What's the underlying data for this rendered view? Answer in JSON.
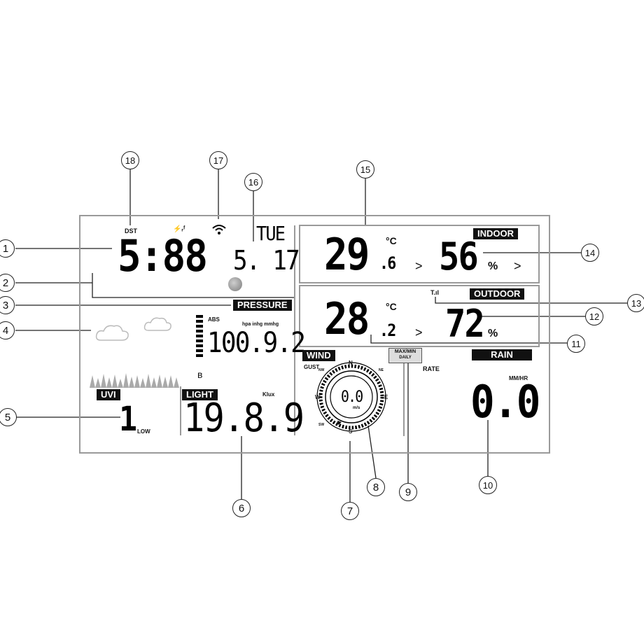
{
  "time": {
    "dst_label": "DST",
    "clock": "5:88",
    "weekday": "TUE",
    "date": "5. 17"
  },
  "pressure": {
    "label": "PRESSURE",
    "abs_label": "ABS",
    "units": "hpa inhg mmhg",
    "value": "100.9.2"
  },
  "uvi": {
    "label": "UVI",
    "value": "1",
    "level": "LOW"
  },
  "light": {
    "label": "LIGHT",
    "unit": "Klux",
    "value": "19.8.9"
  },
  "indoor": {
    "label": "INDOOR",
    "temp_int": "29",
    "temp_dec": ".6",
    "temp_unit": "°C",
    "humidity": "56",
    "humidity_unit": "%",
    "arrow": ">"
  },
  "outdoor": {
    "label": "OUTDOOR",
    "temp_int": "28",
    "temp_dec": ".2",
    "temp_unit": "°C",
    "humidity": "72",
    "humidity_unit": "%",
    "arrow": ">"
  },
  "wind": {
    "label": "WIND",
    "gust_label": "GUST",
    "maxmin_label": "MAX/MIN",
    "daily_label": "DAILY",
    "speed": "0.0",
    "speed_unit": "m/s",
    "compass": {
      "n": "N",
      "e": "E",
      "s": "S",
      "w": "W",
      "nw": "NW",
      "ne": "NE",
      "sw": "SW"
    }
  },
  "rain": {
    "label": "RAIN",
    "rate_label": "RATE",
    "unit": "MM/HR",
    "value": "0.0"
  },
  "callouts": [
    "1",
    "2",
    "3",
    "4",
    "5",
    "6",
    "7",
    "8",
    "9",
    "10",
    "11",
    "12",
    "13",
    "14",
    "15",
    "16",
    "17",
    "18"
  ]
}
